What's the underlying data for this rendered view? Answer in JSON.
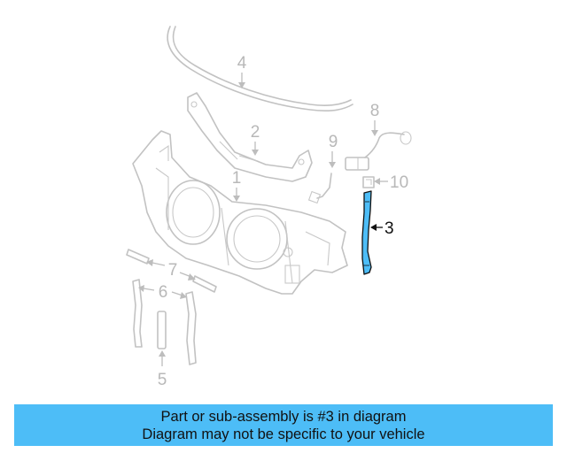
{
  "diagram": {
    "callouts": {
      "c1": "1",
      "c2": "2",
      "c3": "3",
      "c4": "4",
      "c5": "5",
      "c6": "6",
      "c7": "7",
      "c8": "8",
      "c9": "9",
      "c10": "10"
    },
    "highlight_color": "#4dbdf7",
    "highlighted_part": "3"
  },
  "info_bar": {
    "line1": "Part or sub-assembly is #3 in diagram",
    "line2": "Diagram may not be specific to your vehicle",
    "background": "#4dbdf7"
  }
}
